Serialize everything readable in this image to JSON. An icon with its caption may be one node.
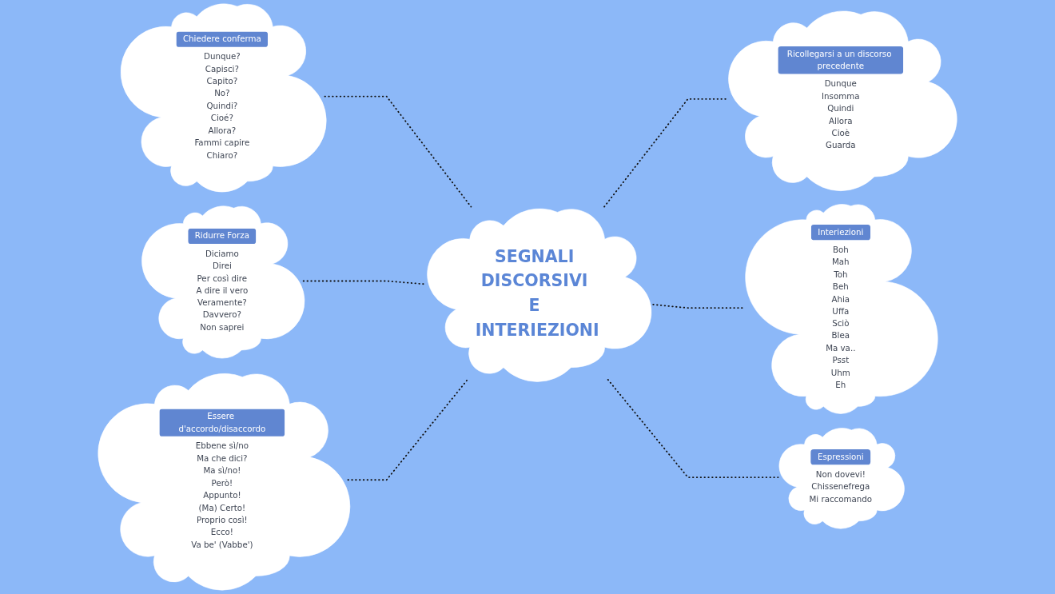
{
  "diagram": {
    "nodes": [
      {
        "text": [
          "SEGNALI DISCORSIVI E INTERIEZIONI"
        ]
      },
      {
        "text": [
          "Chiedere conferma",
          "Dunque?",
          "Capisci?",
          "Capito?",
          "No?",
          "Quindi?",
          "Cioé?",
          "Allora?",
          "Fammi capire",
          "Chiaro?"
        ]
      },
      {
        "text": [
          "Ridurre Forza",
          "Diciamo",
          "Direi",
          "Per così dire",
          "A dire il vero",
          "Veramente?",
          "Davvero?",
          "Non saprei"
        ]
      },
      {
        "text": [
          "Essere d'accordo/disaccordo",
          "Ebbene sì/no",
          "Ma che dici?",
          "Ma sì/no!",
          "Però!",
          "Appunto!",
          "(Ma) Certo!",
          "Proprio così!",
          "Ecco!",
          "Va be' (Vabbe')"
        ]
      },
      {
        "text": [
          "Ricollegarsi a un discorso precedente",
          "Dunque",
          "Insomma",
          "Quindi",
          "Allora",
          "Cioè",
          "Guarda"
        ]
      },
      {
        "text": [
          "Interiezioni",
          "Boh",
          "Mah",
          "Toh",
          "Beh",
          "Ahia",
          "Uffa",
          "Sciò",
          "Blea",
          "Ma va..",
          "Psst",
          "Uhm",
          "Eh"
        ]
      },
      {
        "text": [
          "Espressioni",
          "Non dovevi!",
          "Chissenefrega",
          "Mi raccomando"
        ]
      }
    ],
    "edges": [
      {
        "from": 1,
        "to": 0,
        "arrow": "none",
        "style": "dashed"
      },
      {
        "from": 2,
        "to": 0,
        "arrow": "none",
        "style": "dashed"
      },
      {
        "from": 3,
        "to": 0,
        "arrow": "none",
        "style": "dashed"
      },
      {
        "from": 0,
        "to": 4,
        "arrow": "none",
        "style": "dashed"
      },
      {
        "from": 0,
        "to": 5,
        "arrow": "none",
        "style": "dashed"
      },
      {
        "from": 0,
        "to": 6,
        "arrow": "none",
        "style": "dashed"
      }
    ]
  }
}
